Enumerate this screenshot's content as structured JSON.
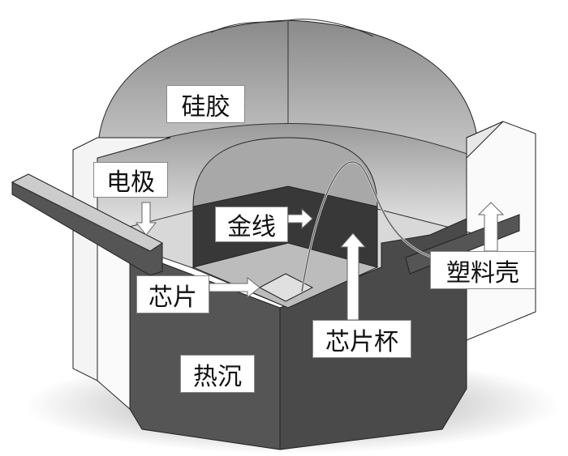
{
  "labels": {
    "silicone": "硅胶",
    "electrode": "电极",
    "gold_wire": "金线",
    "chip": "芯片",
    "plastic_shell": "塑料壳",
    "chip_cup": "芯片杯",
    "heat_sink": "热沉"
  }
}
